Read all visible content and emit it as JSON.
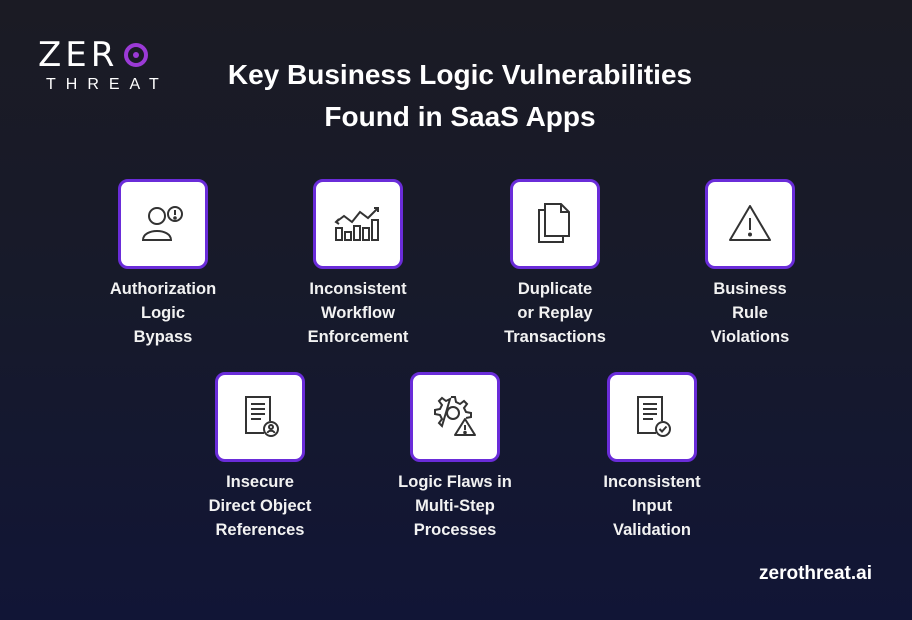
{
  "logo": {
    "line1": "ZER",
    "line2": "THREAT",
    "accent_color": "#9b3ad6"
  },
  "title": {
    "line1": "Key Business Logic Vulnerabilities",
    "line2": "Found in SaaS Apps"
  },
  "items": [
    {
      "icon": "user-alert-icon",
      "lines": [
        "Authorization",
        "Logic",
        "Bypass"
      ]
    },
    {
      "icon": "bar-chart-trend-icon",
      "lines": [
        "Inconsistent",
        "Workflow",
        "Enforcement"
      ]
    },
    {
      "icon": "copy-documents-icon",
      "lines": [
        "Duplicate",
        "or Replay",
        "Transactions"
      ]
    },
    {
      "icon": "warning-triangle-icon",
      "lines": [
        "Business",
        "Rule",
        "Violations"
      ]
    },
    {
      "icon": "document-user-icon",
      "lines": [
        "Insecure",
        "Direct Object",
        "References"
      ]
    },
    {
      "icon": "gear-warning-icon",
      "lines": [
        "Logic Flaws in",
        "Multi-Step",
        "Processes"
      ]
    },
    {
      "icon": "document-check-icon",
      "lines": [
        "Inconsistent",
        "Input",
        "Validation"
      ]
    }
  ],
  "footer": {
    "website": "zerothreat.ai"
  },
  "colors": {
    "tile_border": "#6a2cd9",
    "background_top": "#1b1b24",
    "background_bottom": "#111536"
  }
}
